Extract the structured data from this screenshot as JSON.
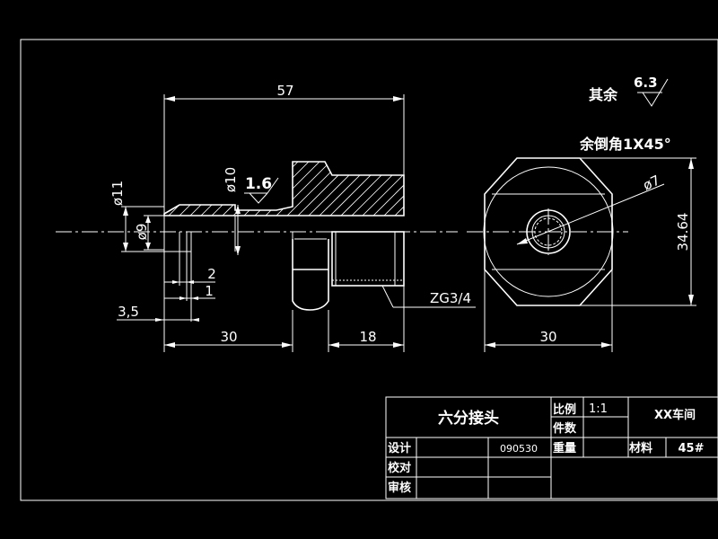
{
  "dimensions": {
    "overall_length": "57",
    "left_length": "30",
    "thread_length": "18",
    "hex_across": "30",
    "hex_height": "34.64",
    "outer_diameter": "ø11",
    "diameter_10": "ø10",
    "bore_diameter": "ø9",
    "hole_diameter": "ø7",
    "groove_width_2": "2",
    "groove_width_1": "1",
    "offset_3_5": "3,5",
    "thread_spec": "ZG3/4"
  },
  "surface": {
    "roughness_local": "1.6",
    "rest_label": "其余",
    "rest_value": "6.3"
  },
  "chamfer_note": "余倒角1X45°",
  "title_block": {
    "part_name": "六分接头",
    "scale_label": "比例",
    "scale_value": "1:1",
    "count_label": "件数",
    "weight_label": "重量",
    "workshop": "XX车间",
    "material_label": "材料",
    "material_value": "45#",
    "design_label": "设计",
    "design_date": "090530",
    "check_label": "校对",
    "review_label": "审核"
  }
}
